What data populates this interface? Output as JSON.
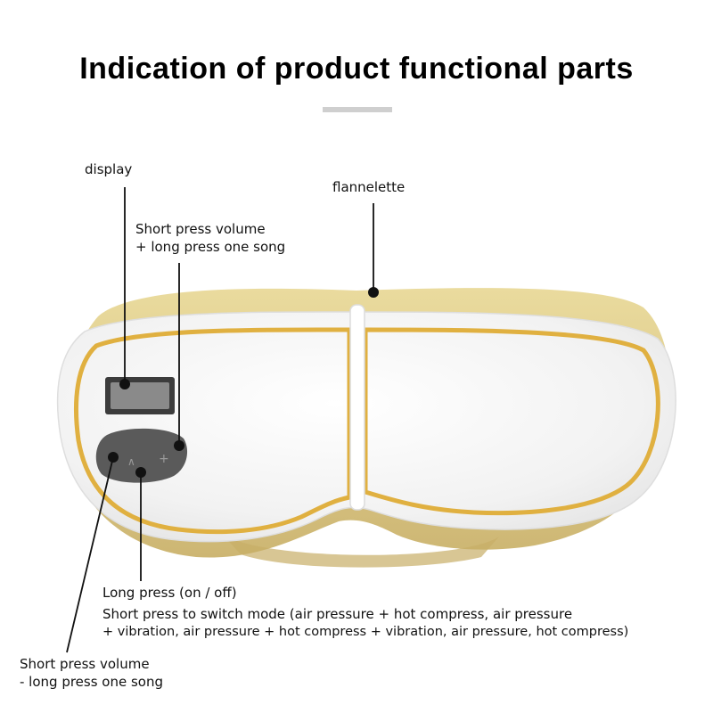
{
  "title": "Indication of product functional parts",
  "labels": {
    "display": "display",
    "flannelette": "flannelette",
    "volume_up_line1": "Short press volume",
    "volume_up_line2": "+ long press one song",
    "power_line1": "Long press (on / off)",
    "power_line2": "Short press to switch mode (air pressure + hot compress, air pressure",
    "power_line3": "+ vibration, air pressure + hot compress + vibration, air pressure, hot compress)",
    "volume_down_line1": "Short press volume",
    "volume_down_line2": "- long press one song"
  },
  "colors": {
    "flannel": "#e3cf8c",
    "gold_trim": "#e0b040",
    "shell": "#f6f6f6",
    "button": "#5a5a5a"
  }
}
